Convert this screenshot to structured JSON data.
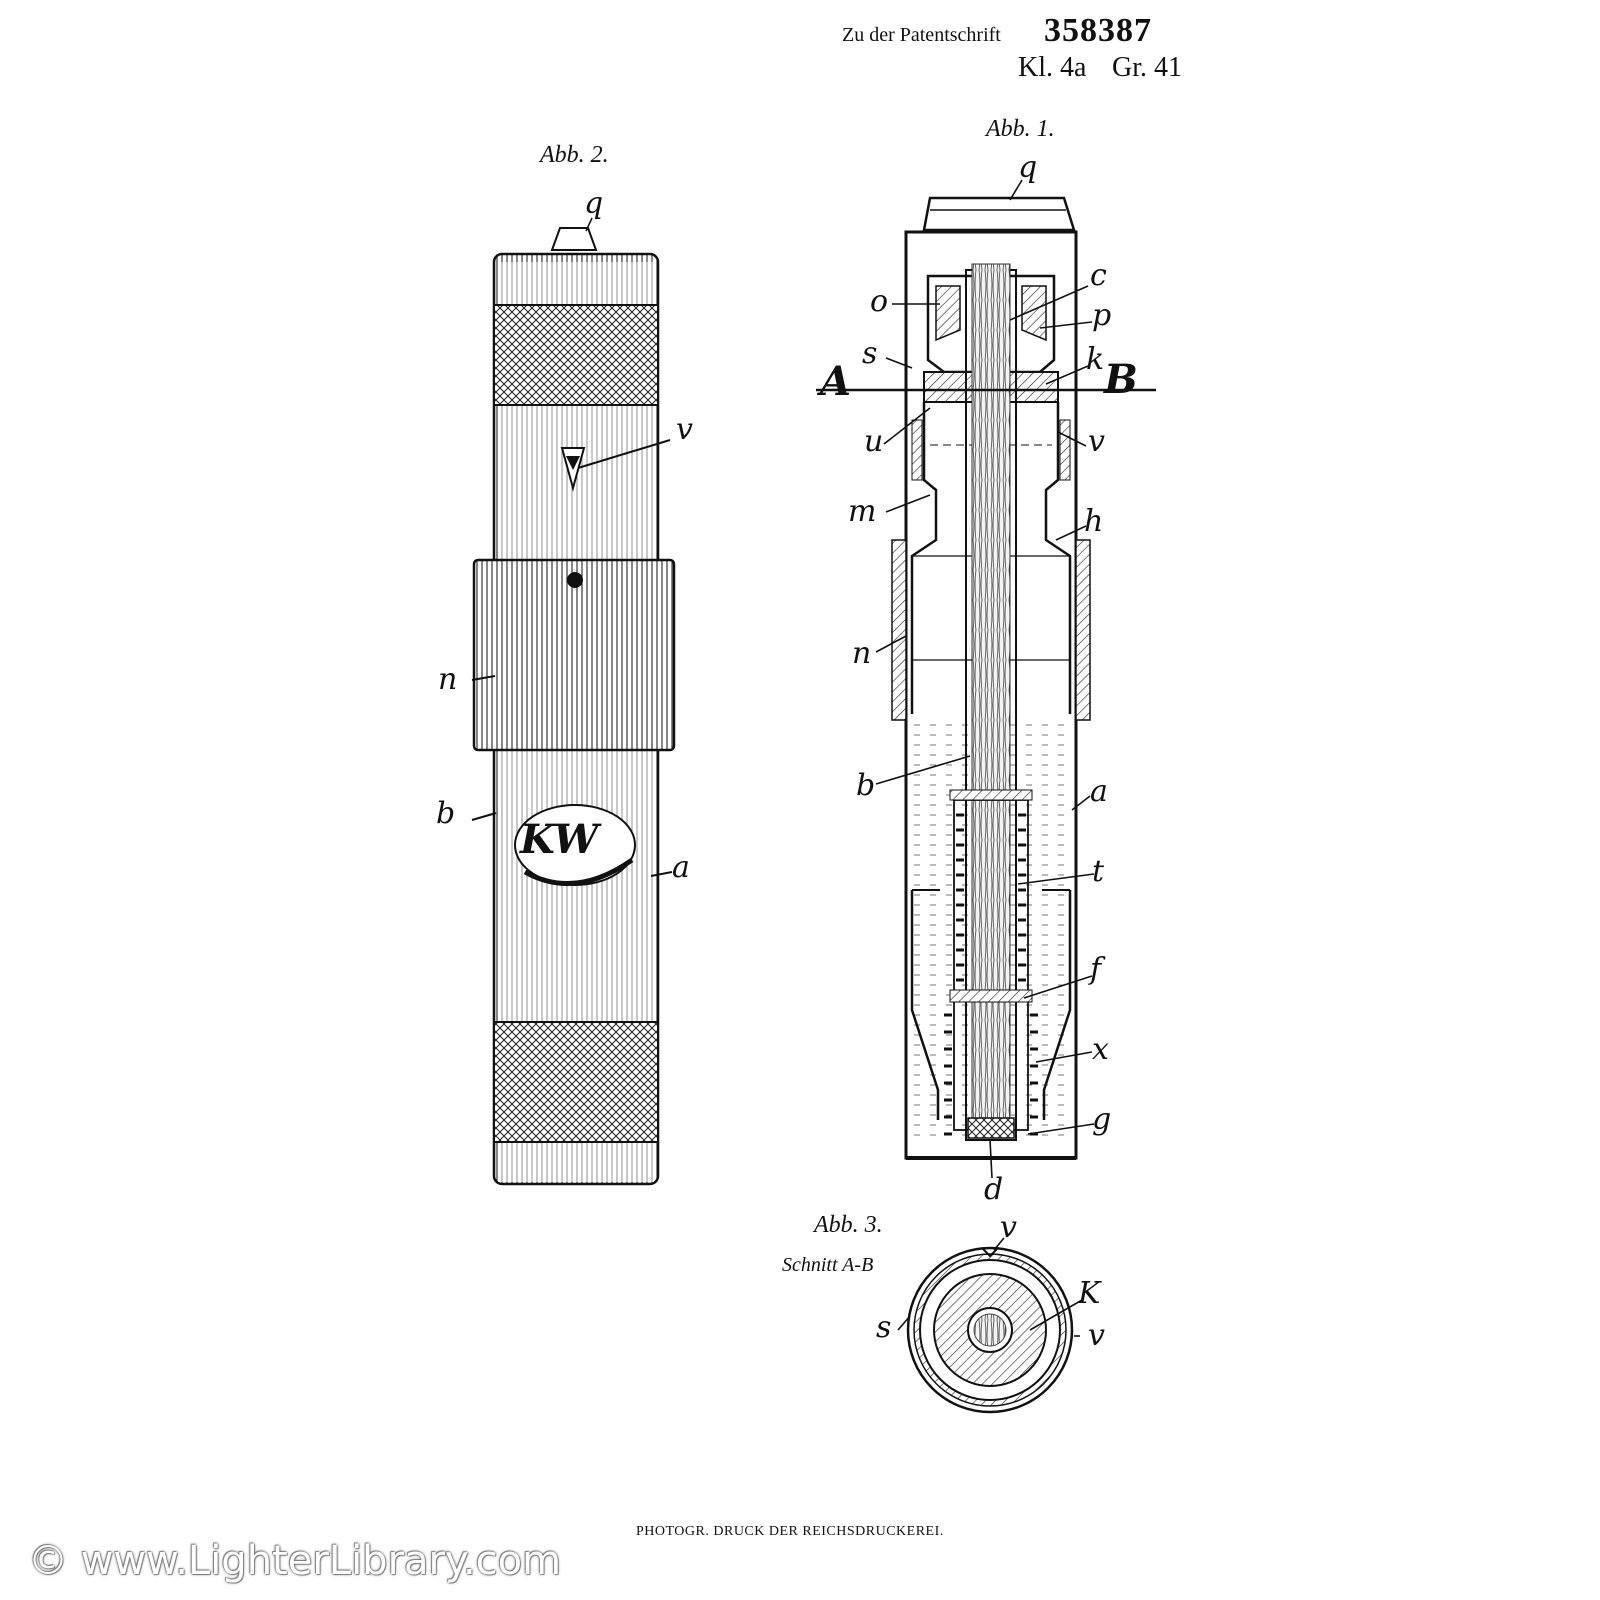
{
  "header": {
    "prefix": "Zu der Patentschrift",
    "number": "358387",
    "class_label": "Kl. 4a",
    "group_label": "Gr. 41"
  },
  "figures": {
    "fig1": {
      "title": "Abb. 1.",
      "labels": {
        "q": "q",
        "c": "c",
        "o": "o",
        "p": "p",
        "s": "s",
        "k": "k",
        "A": "A",
        "B": "B",
        "u": "u",
        "v": "v",
        "m": "m",
        "h": "h",
        "n": "n",
        "b": "b",
        "a": "a",
        "t": "t",
        "f": "f",
        "x": "x",
        "g": "g",
        "d": "d"
      }
    },
    "fig2": {
      "title": "Abb. 2.",
      "monogram": "KW",
      "labels": {
        "q": "q",
        "v": "v",
        "n": "n",
        "b": "b",
        "a": "a"
      }
    },
    "fig3": {
      "title": "Abb. 3.",
      "subtitle": "Schnitt A-B",
      "labels": {
        "v_top": "v",
        "K": "K",
        "s": "s",
        "v_right": "v"
      }
    }
  },
  "footer": {
    "printer": "PHOTOGR. DRUCK DER REICHSDRUCKEREI."
  },
  "watermark": {
    "text": "© www.LighterLibrary.com"
  }
}
